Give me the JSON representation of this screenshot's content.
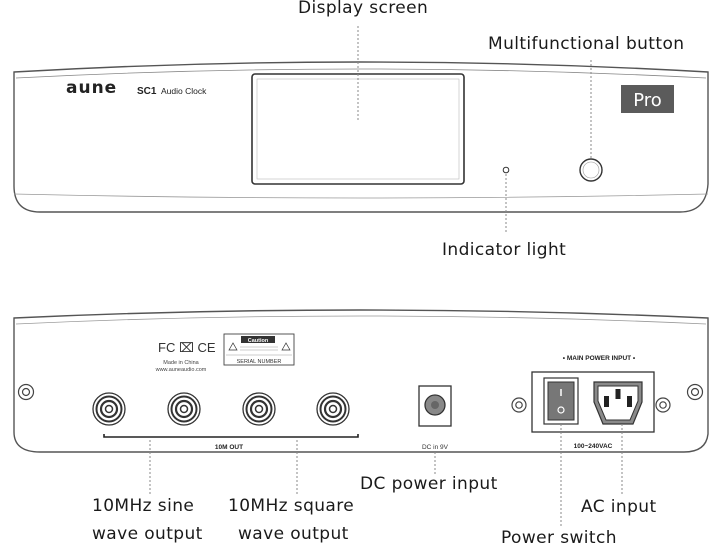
{
  "callouts": {
    "display_screen": "Display screen",
    "multifunctional_button": "Multifunctional button",
    "indicator_light": "Indicator light",
    "sine_output_line1": "10MHz sine",
    "sine_output_line2": "wave output",
    "square_output_line1": "10MHz square",
    "square_output_line2": "wave output",
    "dc_power_input": "DC power input",
    "ac_input": "AC input",
    "power_switch": "Power switch"
  },
  "front_panel": {
    "brand_logo": "aune",
    "model": "SC1",
    "model_suffix": "Audio Clock",
    "pro_badge": "Pro"
  },
  "rear_panel": {
    "fcc_marks": "FC ⌧ CE",
    "made_in": "Made in China",
    "website": "www.auneaudio.com",
    "caution_title": "Caution",
    "serial_label": "SERIAL NUMBER",
    "output_group_label": "10M OUT",
    "dc_label": "DC in 9V",
    "main_power_label": "• MAIN POWER INPUT •",
    "voltage_label": "100~240VAC"
  }
}
